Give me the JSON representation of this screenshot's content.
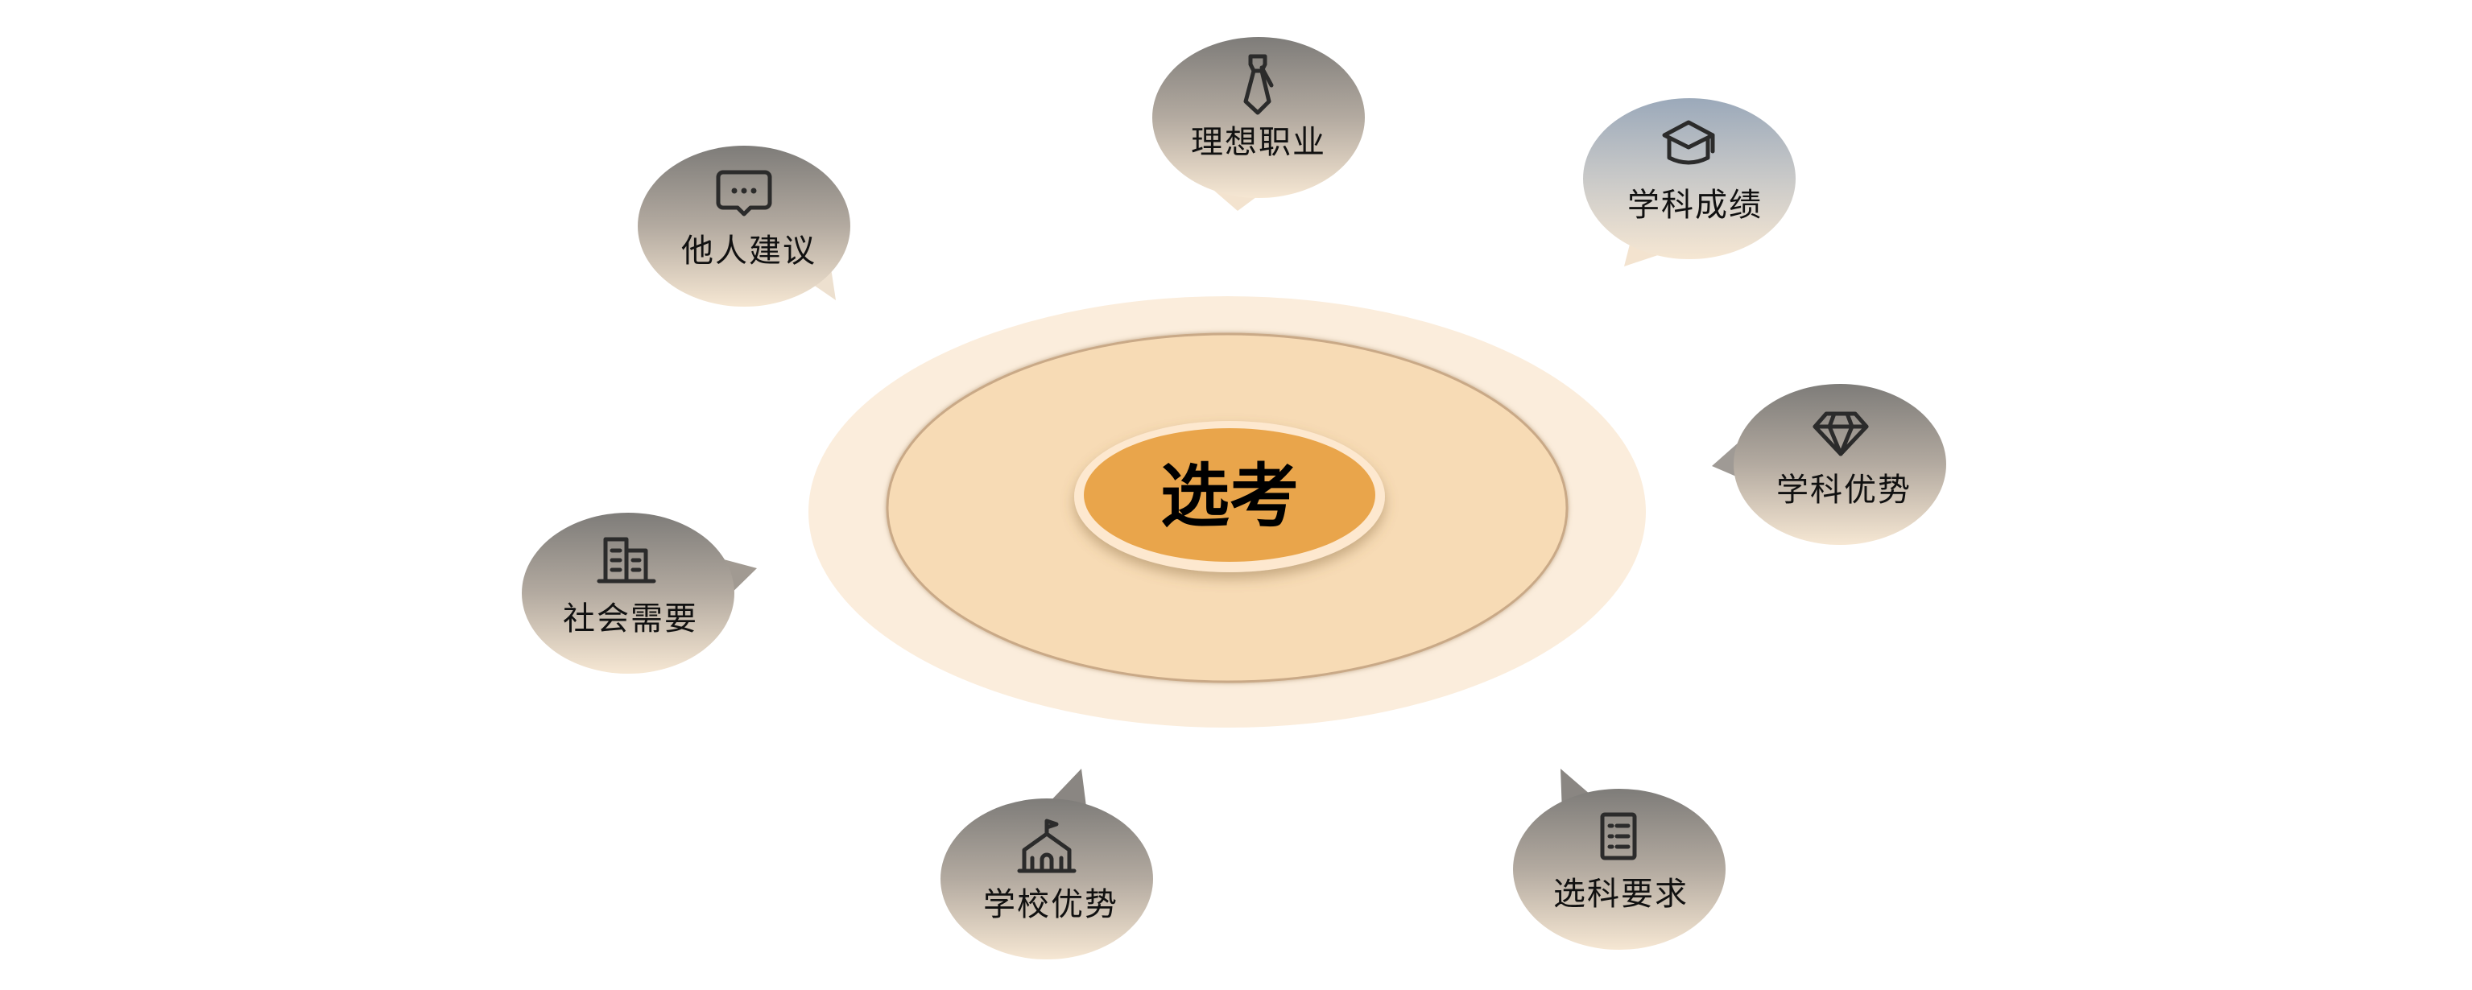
{
  "center": {
    "label": "选考"
  },
  "factors": [
    {
      "label": "理想职业",
      "icon": "tie-icon"
    },
    {
      "label": "学科成绩",
      "icon": "graduation-cap-icon"
    },
    {
      "label": "他人建议",
      "icon": "chat-bubble-icon"
    },
    {
      "label": "学科优势",
      "icon": "diamond-icon"
    },
    {
      "label": "社会需要",
      "icon": "buildings-icon"
    },
    {
      "label": "学校优势",
      "icon": "school-icon"
    },
    {
      "label": "选科要求",
      "icon": "checklist-icon"
    }
  ],
  "colors": {
    "outer_ring": "#fbeddc",
    "inner_ring": "#f7dbb5",
    "center_fill": "#e9a54b",
    "center_border": "#fde8cf",
    "bubble_top": "#7e7c79",
    "bubble_top_blue": "#9ba9ba",
    "bubble_bottom": "#f6e7d3"
  }
}
